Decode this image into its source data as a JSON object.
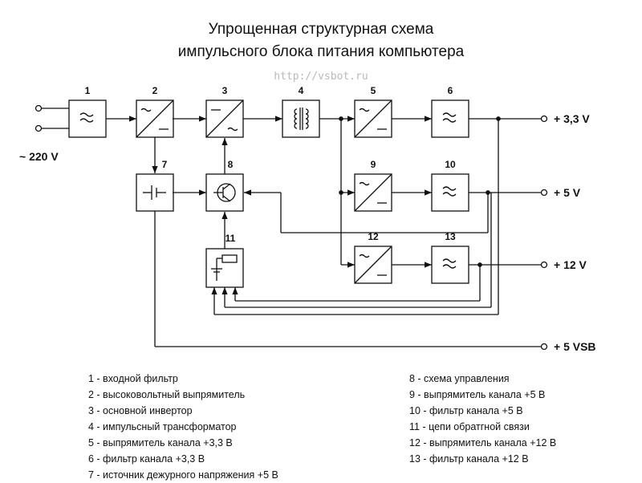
{
  "title": {
    "line1": "Упрощенная структурная схема",
    "line2": "импульсного блока питания компьютера"
  },
  "watermark": "http://vsbot.ru",
  "blocks": [
    {
      "id": "1",
      "label": "1",
      "icon": "filter-icon"
    },
    {
      "id": "2",
      "label": "2",
      "icon": "rectifier-icon"
    },
    {
      "id": "3",
      "label": "3",
      "icon": "inverter-icon"
    },
    {
      "id": "4",
      "label": "4",
      "icon": "transformer-icon"
    },
    {
      "id": "5",
      "label": "5",
      "icon": "rectifier-icon"
    },
    {
      "id": "6",
      "label": "6",
      "icon": "filter-icon"
    },
    {
      "id": "7",
      "label": "7",
      "icon": "standby-source-icon"
    },
    {
      "id": "8",
      "label": "8",
      "icon": "transistor-icon"
    },
    {
      "id": "9",
      "label": "9",
      "icon": "rectifier-icon"
    },
    {
      "id": "10",
      "label": "10",
      "icon": "filter-icon"
    },
    {
      "id": "11",
      "label": "11",
      "icon": "feedback-icon"
    },
    {
      "id": "12",
      "label": "12",
      "icon": "rectifier-icon"
    },
    {
      "id": "13",
      "label": "13",
      "icon": "filter-icon"
    }
  ],
  "terminals": {
    "input": "~ 220 V",
    "out_33": "+ 3,3 V",
    "out_5": "+ 5 V",
    "out_12": "+ 12 V",
    "out_5vsb": "+ 5 VSB"
  },
  "legend": {
    "left": [
      "1 - входной фильтр",
      "2 - высоковольтный выпрямитель",
      "3 - основной инвертор",
      "4 - импульсный трансформатор",
      "5 - выпрямитель канала +3,3 В",
      "6 - фильтр канала +3,3 В",
      "7 - источник дежурного напряжения +5 В"
    ],
    "right": [
      "8 - схема управления",
      "9 - выпрямитель канала +5 В",
      "10 - фильтр канала +5 В",
      "11 - цепи обратгной связи",
      "12 - выпрямитель канала +12 В",
      "13 - фильтр канала +12 В"
    ]
  }
}
